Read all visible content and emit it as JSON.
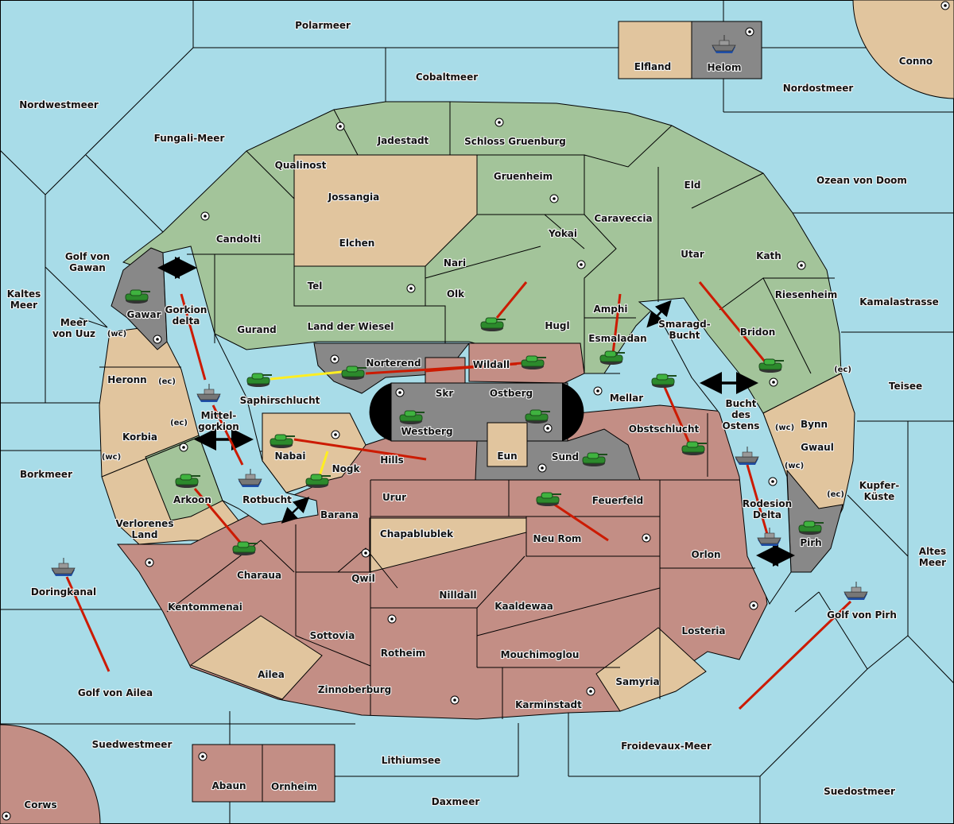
{
  "colors": {
    "sea": "#a8dce8",
    "neutral": "#e1c59e",
    "power_green": "#a3c49a",
    "power_red": "#c38e85",
    "power_grey": "#888888",
    "order_move": "#cc1a00",
    "order_support": "#ffee22"
  },
  "seas": [
    "Polarmeer",
    "Cobaltmeer",
    "Nordwestmeer",
    "Fungali-Meer",
    "Nordostmeer",
    "Ozean von Doom",
    "Golf von Gawan",
    "Kaltes Meer",
    "Meer von Uuz",
    "Gorkion delta",
    "Mittel-gorkion",
    "Rotbucht",
    "Borkmeer",
    "Doringkanal",
    "Golf von Ailea",
    "Suedwestmeer",
    "Lithiumsee",
    "Daxmeer",
    "Froidevaux-Meer",
    "Suedostmeer",
    "Golf von Pirh",
    "Altes Meer",
    "Kupfer-Küste",
    "Teisee",
    "Kamalastrasse",
    "Smaragd-Bucht",
    "Bucht des Ostens",
    "Rodesion Delta"
  ],
  "labels": {
    "polarmeer": "Polarmeer",
    "cobaltmeer": "Cobaltmeer",
    "nordwestmeer": "Nordwestmeer",
    "fungali": "Fungali-Meer",
    "nordostmeer": "Nordostmeer",
    "ozean": "Ozean von Doom",
    "gawan1": "Golf von",
    "gawan2": "Gawan",
    "kaltes1": "Kaltes",
    "kaltes2": "Meer",
    "uuz1": "Meer",
    "uuz2": "von Uuz",
    "gorkion1": "Gorkion",
    "gorkion2": "delta",
    "mittel1": "Mittel-",
    "mittel2": "gorkion",
    "rotbucht": "Rotbucht",
    "borkmeer": "Borkmeer",
    "doringkanal": "Doringkanal",
    "ailea_golf": "Golf von Ailea",
    "suedwestmeer": "Suedwestmeer",
    "lithiumsee": "Lithiumsee",
    "daxmeer": "Daxmeer",
    "froidevaux": "Froidevaux-Meer",
    "suedostmeer": "Suedostmeer",
    "pirh_golf": "Golf von Pirh",
    "altes1": "Altes",
    "altes2": "Meer",
    "kupfer1": "Kupfer-",
    "kupfer2": "Küste",
    "teisee": "Teisee",
    "kamala": "Kamalastrasse",
    "smaragd1": "Smaragd-",
    "smaragd2": "Bucht",
    "bucht1": "Bucht",
    "bucht2": "des",
    "bucht3": "Ostens",
    "rodesion1": "Rodesion",
    "rodesion2": "Delta",
    "elfland": "Elfland",
    "helom": "Helom",
    "conno": "Conno",
    "jadestadt": "Jadestadt",
    "schloss": "Schloss Gruenburg",
    "qualinost": "Qualinost",
    "jossangia": "Jossangia",
    "gruenheim": "Gruenheim",
    "eld": "Eld",
    "caraveccia": "Caraveccia",
    "candolti": "Candolti",
    "elchen": "Elchen",
    "yokai": "Yokai",
    "nari": "Nari",
    "utar": "Utar",
    "kath": "Kath",
    "tel": "Tel",
    "olk": "Olk",
    "riesenheim": "Riesenheim",
    "amphi": "Amphi",
    "gawar": "Gawar",
    "gurand": "Gurand",
    "landwiesel": "Land der Wiesel",
    "hugl": "Hugl",
    "esmaladan": "Esmaladan",
    "bridon": "Bridon",
    "heronn": "Heronn",
    "norterend": "Norterend",
    "wildall": "Wildall",
    "saphir": "Saphirschlucht",
    "skr": "Skr",
    "ostberg": "Ostberg",
    "mellar": "Mellar",
    "westberg": "Westberg",
    "obstschlucht": "Obstschlucht",
    "bynn": "Bynn",
    "korbia": "Korbia",
    "nabai": "Nabai",
    "hills": "Hills",
    "eun": "Eun",
    "sund": "Sund",
    "gwaul": "Gwaul",
    "nogk": "Nogk",
    "arkoon": "Arkoon",
    "urur": "Urur",
    "feuerfeld": "Feuerfeld",
    "barana": "Barana",
    "verlorenes1": "Verlorenes",
    "verlorenes2": "Land",
    "chapa": "Chapablublek",
    "neurom": "Neu Rom",
    "pirh": "Pirh",
    "orlon": "Orlon",
    "charaua": "Charaua",
    "qwil": "Qwil",
    "nilldall": "Nilldall",
    "kentommenai": "Kentommenai",
    "kaaldewaa": "Kaaldewaa",
    "losteria": "Losteria",
    "sottovia": "Sottovia",
    "rotheim": "Rotheim",
    "mouchimoglou": "Mouchimoglou",
    "ailea": "Ailea",
    "samyria": "Samyria",
    "zinnoberburg": "Zinnoberburg",
    "karminstadt": "Karminstadt",
    "abaun": "Abaun",
    "ornheim": "Ornheim",
    "corws": "Corws",
    "wc": "(wc)",
    "ec": "(ec)"
  },
  "units": {
    "armies": [
      "Gawar",
      "Saphirschlucht",
      "Norterend",
      "Wildall",
      "Hugl",
      "Esmaladan",
      "Bridon",
      "Mellar",
      "Obstschlucht",
      "Westberg",
      "Ostberg",
      "Sund",
      "Nabai",
      "Nogk",
      "Arkoon",
      "Charaua",
      "Feuerfeld",
      "Pirh"
    ],
    "fleets": [
      "Helom",
      "Mittel-gorkion (Gorkion delta)",
      "Rotbucht",
      "Bucht des Ostens",
      "Rodesion Delta",
      "Doringkanal",
      "Golf von Pirh"
    ]
  }
}
